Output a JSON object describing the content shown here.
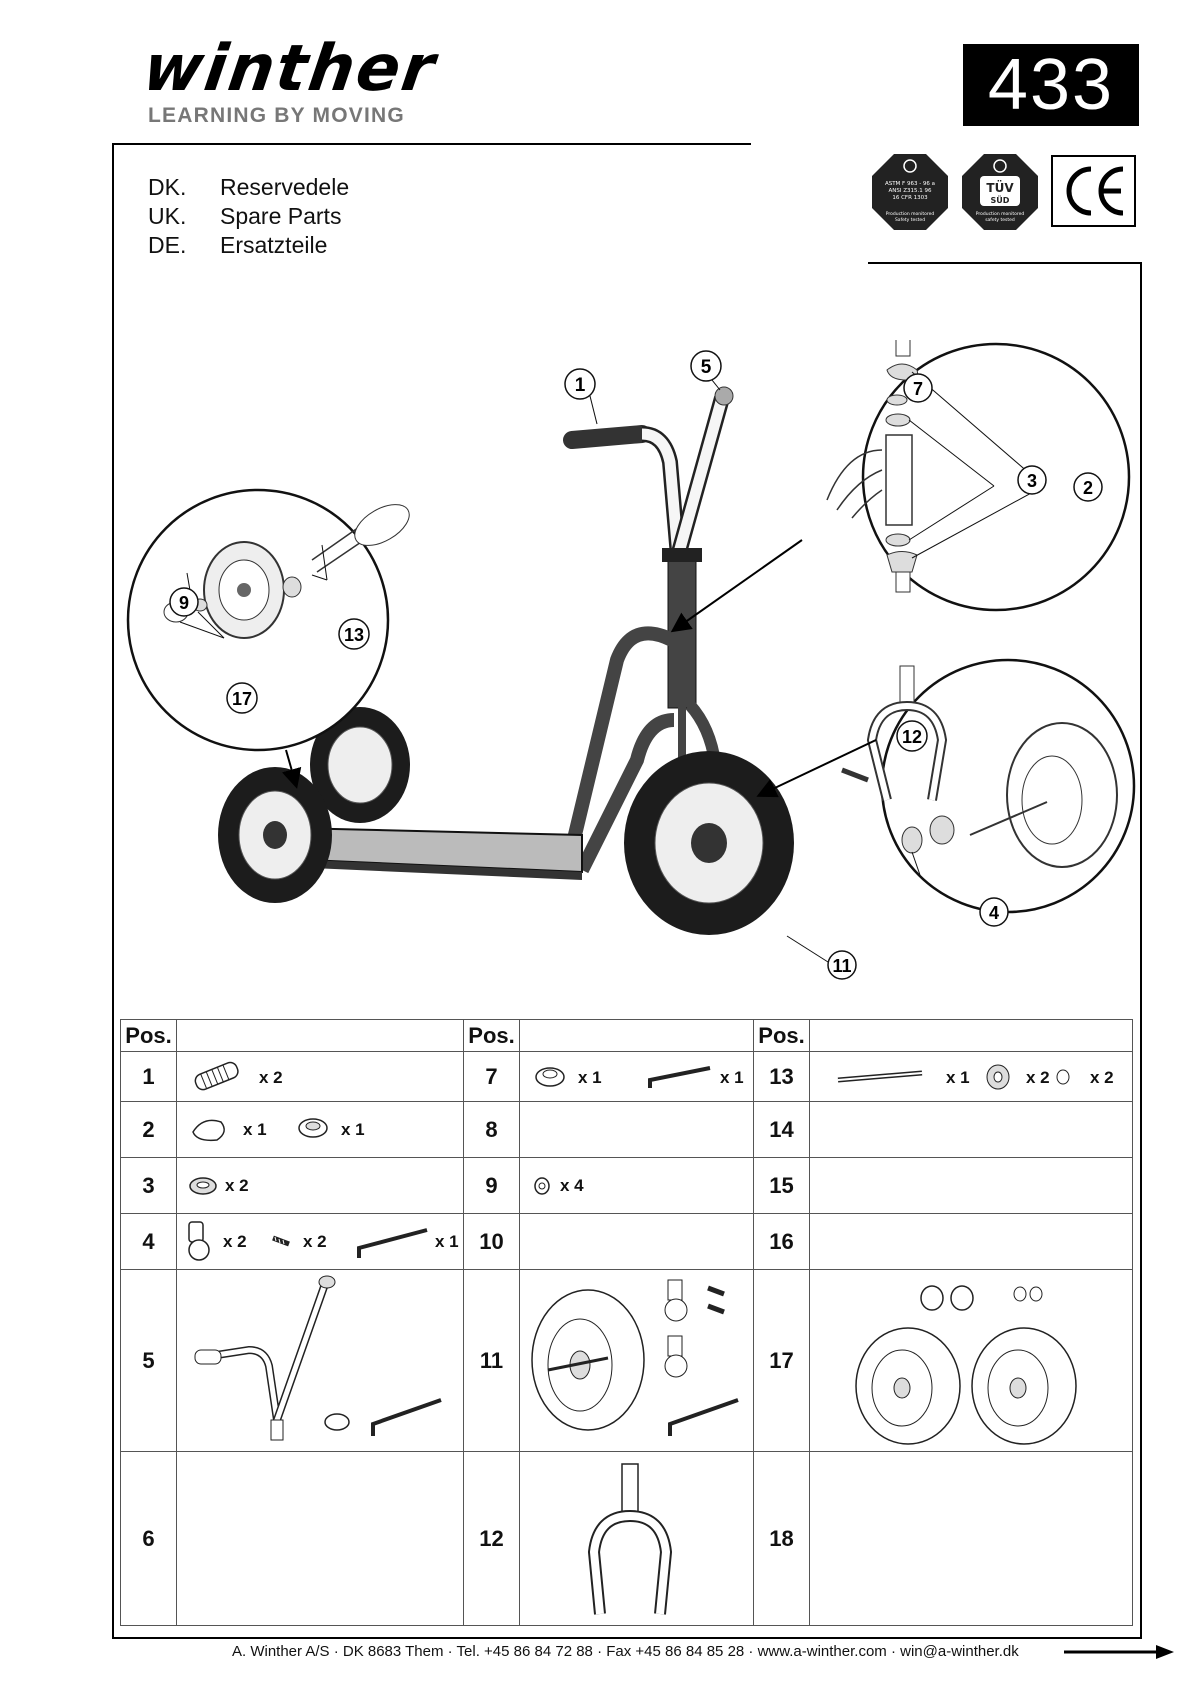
{
  "brand": {
    "logo_text": "winther",
    "tagline": "LEARNING BY MOVING",
    "model_number": "433"
  },
  "languages": [
    {
      "code": "DK.",
      "label": "Reservedele"
    },
    {
      "code": "UK.",
      "label": "Spare Parts"
    },
    {
      "code": "DE.",
      "label": "Ersatzteile"
    }
  ],
  "certifications": {
    "astm": [
      "ASTM F 963 - 96 a",
      "ANSI Z315.1 96",
      "16 CFR 1303",
      "Production monitored",
      "Safety tested"
    ],
    "tuv": [
      "TÜV",
      "SÜD",
      "Production monitored",
      "safety tested"
    ],
    "ce": "CE"
  },
  "diagram": {
    "callouts": [
      "1",
      "5",
      "7",
      "3",
      "2",
      "9",
      "13",
      "17",
      "12",
      "4",
      "11"
    ]
  },
  "table": {
    "header": "Pos.",
    "rows": [
      {
        "pos": "1",
        "qty": [
          "x 2"
        ]
      },
      {
        "pos": "2",
        "qty": [
          "x 1",
          "x 1"
        ]
      },
      {
        "pos": "3",
        "qty": [
          "x 2"
        ]
      },
      {
        "pos": "4",
        "qty": [
          "x 2",
          "x 2",
          "x 1"
        ]
      },
      {
        "pos": "5",
        "qty": []
      },
      {
        "pos": "6",
        "qty": []
      },
      {
        "pos": "7",
        "qty": [
          "x 1",
          "x 1"
        ]
      },
      {
        "pos": "8",
        "qty": []
      },
      {
        "pos": "9",
        "qty": [
          "x 4"
        ]
      },
      {
        "pos": "10",
        "qty": []
      },
      {
        "pos": "11",
        "qty": []
      },
      {
        "pos": "12",
        "qty": []
      },
      {
        "pos": "13",
        "qty": [
          "x 1",
          "x 2",
          "x 2"
        ]
      },
      {
        "pos": "14",
        "qty": []
      },
      {
        "pos": "15",
        "qty": []
      },
      {
        "pos": "16",
        "qty": []
      },
      {
        "pos": "17",
        "qty": []
      },
      {
        "pos": "18",
        "qty": []
      }
    ]
  },
  "footer": "A. Winther A/S · DK 8683 Them · Tel. +45 86 84 72 88 · Fax +45 86 84 85 28 · www.a-winther.com · win@a-winther.dk"
}
